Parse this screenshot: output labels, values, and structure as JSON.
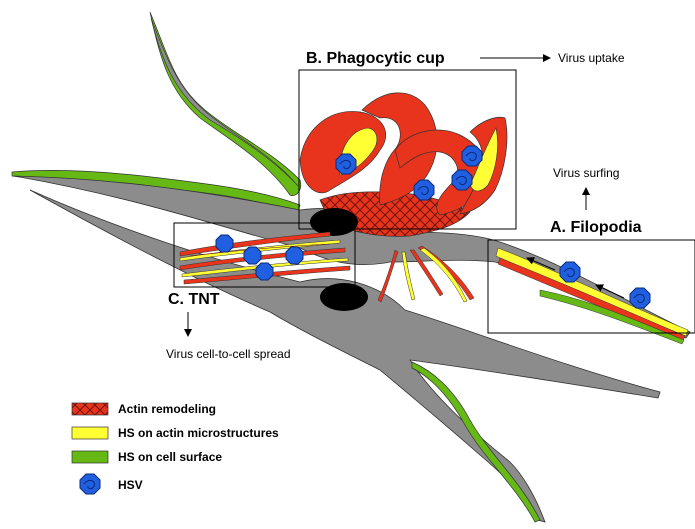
{
  "labels": {
    "phagocytic_cup": "B. Phagocytic cup",
    "virus_uptake": "Virus uptake",
    "virus_surfing": "Virus surfing",
    "filopodia": "A. Filopodia",
    "tnt": "C. TNT",
    "cell_spread": "Virus cell-to-cell spread"
  },
  "legend": [
    {
      "label": "Actin remodeling",
      "icon": "actin-hatched-swatch",
      "color": "#e8341c"
    },
    {
      "label": "HS on actin microstructures",
      "icon": "yellow-swatch",
      "color": "#ffff33"
    },
    {
      "label": "HS on cell surface",
      "icon": "green-swatch",
      "color": "#66b814"
    },
    {
      "label": "HSV",
      "icon": "virus-hexagon-icon",
      "color": "#1f5fe0"
    }
  ],
  "colors": {
    "cell_body": "#8c8c8c",
    "actin": "#e8341c",
    "hs_actin": "#ffff33",
    "hs_surface": "#66b814",
    "virus": "#1f5fe0",
    "nucleus": "#000000"
  }
}
